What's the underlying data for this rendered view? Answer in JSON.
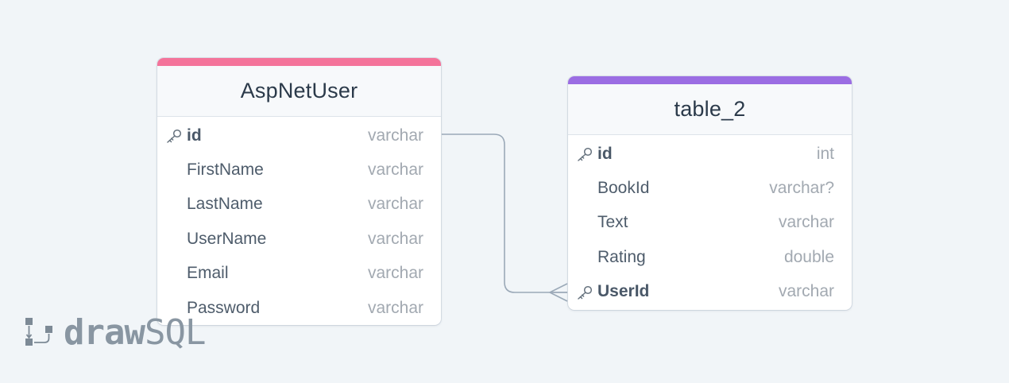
{
  "diagram": {
    "tables": [
      {
        "name": "AspNetUser",
        "accent": "#f4739a",
        "columns": [
          {
            "name": "id",
            "type": "varchar",
            "key": true
          },
          {
            "name": "FirstName",
            "type": "varchar",
            "key": false
          },
          {
            "name": "LastName",
            "type": "varchar",
            "key": false
          },
          {
            "name": "UserName",
            "type": "varchar",
            "key": false
          },
          {
            "name": "Email",
            "type": "varchar",
            "key": false
          },
          {
            "name": "Password",
            "type": "varchar",
            "key": false
          }
        ]
      },
      {
        "name": "table_2",
        "accent": "#9b6de3",
        "columns": [
          {
            "name": "id",
            "type": "int",
            "key": true
          },
          {
            "name": "BookId",
            "type": "varchar?",
            "key": false
          },
          {
            "name": "Text",
            "type": "varchar",
            "key": false
          },
          {
            "name": "Rating",
            "type": "double",
            "key": false
          },
          {
            "name": "UserId",
            "type": "varchar",
            "key": true
          }
        ]
      }
    ],
    "relation": {
      "from": "AspNetUser.id",
      "to": "table_2.UserId",
      "cardinality": "one-to-many"
    },
    "line_color": "#9ba9b8"
  },
  "branding": {
    "logo_bold": "draw",
    "logo_light": "SQL"
  }
}
